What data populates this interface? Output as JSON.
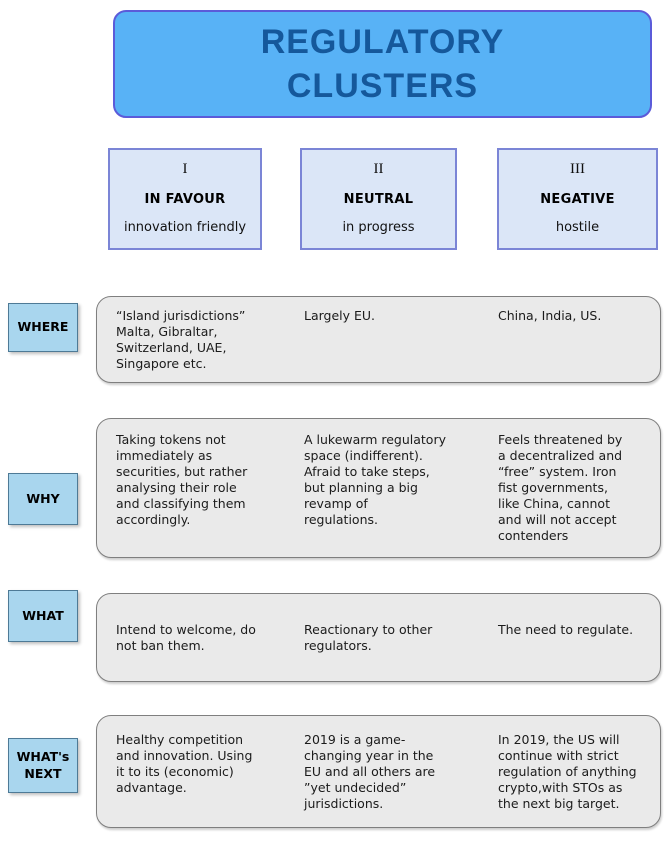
{
  "title": "REGULATORY\nCLUSTERS",
  "columns": [
    {
      "numeral": "I",
      "name": "IN FAVOUR",
      "subtitle": "innovation friendly"
    },
    {
      "numeral": "II",
      "name": "NEUTRAL",
      "subtitle": "in progress"
    },
    {
      "numeral": "III",
      "name": "NEGATIVE",
      "subtitle": "hostile"
    }
  ],
  "rows": [
    {
      "label": "WHERE",
      "cells": [
        "“Island jurisdictions”\nMalta, Gibraltar,\nSwitzerland, UAE,\nSingapore etc.",
        "Largely EU.",
        "China, India, US."
      ]
    },
    {
      "label": "WHY",
      "cells": [
        "Taking tokens not\nimmediately as\nsecurities, but rather\nanalysing their role\nand classifying them\naccordingly.",
        "A lukewarm regulatory\nspace (indifferent).\nAfraid to take steps,\nbut planning a big\nrevamp of\nregulations.",
        "Feels threatened by\na decentralized and\n“free” system. Iron\nfist governments,\nlike China, cannot\nand will not accept\ncontenders"
      ]
    },
    {
      "label": "WHAT",
      "cells": [
        "Intend to welcome, do\nnot ban them.",
        "Reactionary to other\nregulators.",
        "The need to regulate."
      ]
    },
    {
      "label": "WHAT's\nNEXT",
      "cells": [
        "Healthy competition\nand innovation. Using\nit to its (economic)\nadvantage.",
        "2019 is a game-\nchanging year in the\nEU and all others are\n”yet undecided”\njurisdictions.",
        "In 2019, the US will\ncontinue with strict\nregulation of anything\ncrypto,with STOs as\nthe next big target."
      ]
    }
  ],
  "colors": {
    "title_fill": "#58B2F6",
    "title_border": "#5B5BD9",
    "title_text": "#15589B",
    "header_fill": "#DBE6F7",
    "header_border": "#7B85D6",
    "label_fill": "#A9D6EE",
    "label_border": "#4E7A96",
    "content_fill": "#EAEAEA",
    "content_border": "#7F7F7F"
  }
}
